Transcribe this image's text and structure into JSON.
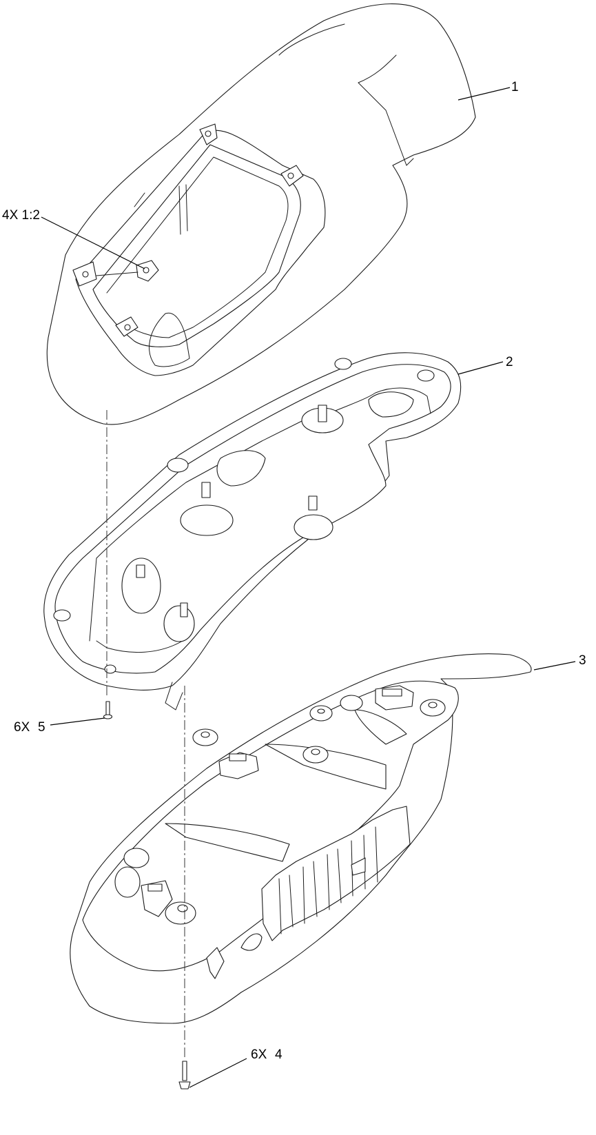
{
  "callouts": {
    "c1": "1",
    "c2": "2",
    "c3": "3",
    "c4_qty": "6X",
    "c4": "4",
    "c5_qty": "6X",
    "c5": "5",
    "c12": "4X 1:2"
  }
}
